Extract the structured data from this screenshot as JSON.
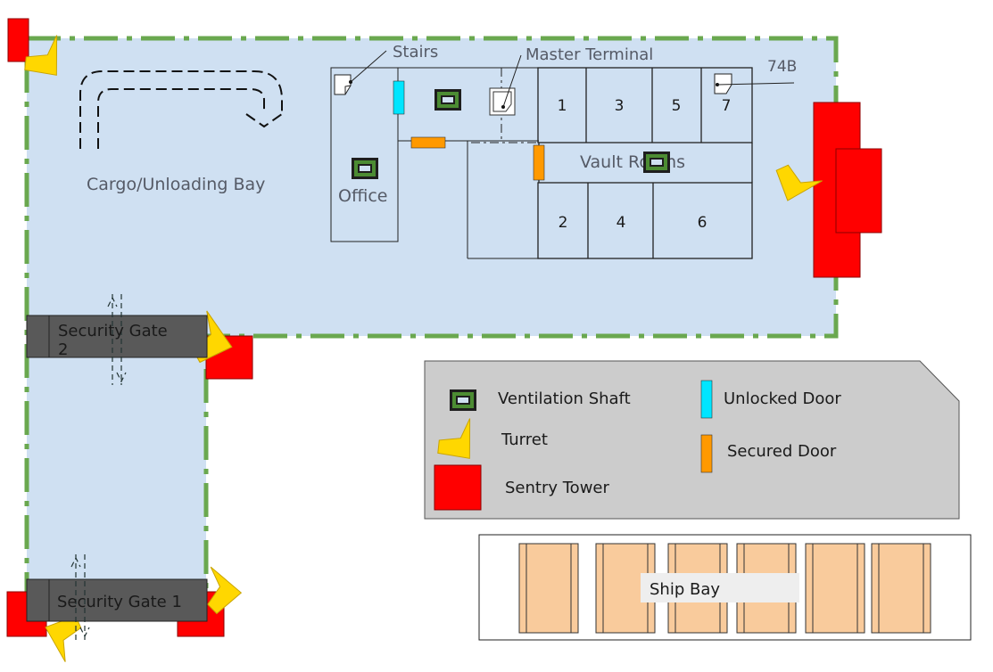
{
  "labels": {
    "stairs": "Stairs",
    "master_terminal": "Master Terminal",
    "room_74b": "74B",
    "cargo_bay": "Cargo/Unloading Bay",
    "office": "Office",
    "vault_rooms": "Vault Rooms",
    "security_gate_2_line1": "Security Gate",
    "security_gate_2_line2": "2",
    "security_gate_1": "Security Gate 1",
    "ship_bay": "Ship Bay"
  },
  "vault_numbers": [
    "1",
    "3",
    "5",
    "7",
    "2",
    "4",
    "6"
  ],
  "legend": {
    "ventilation_shaft": "Ventilation Shaft",
    "turret": "Turret",
    "sentry_tower": "Sentry Tower",
    "unlocked_door": "Unlocked Door",
    "secured_door": "Secured Door"
  },
  "colors": {
    "floor": "#cfe0f2",
    "perimeter": "#6aa84f",
    "sentry_tower": "#ff0000",
    "turret": "#ffd700",
    "unlocked_door": "#00e5ff",
    "secured_door": "#ff9900",
    "vent_outer": "#3c7a2e",
    "gate": "#595959",
    "legend_bg": "#cccccc",
    "crate": "#f9cb9c"
  },
  "icons": [
    "ventilation-shaft-icon",
    "turret-icon",
    "sentry-tower-icon",
    "unlocked-door-icon",
    "secured-door-icon",
    "stairs-icon",
    "terminal-icon",
    "arrow-icon"
  ]
}
